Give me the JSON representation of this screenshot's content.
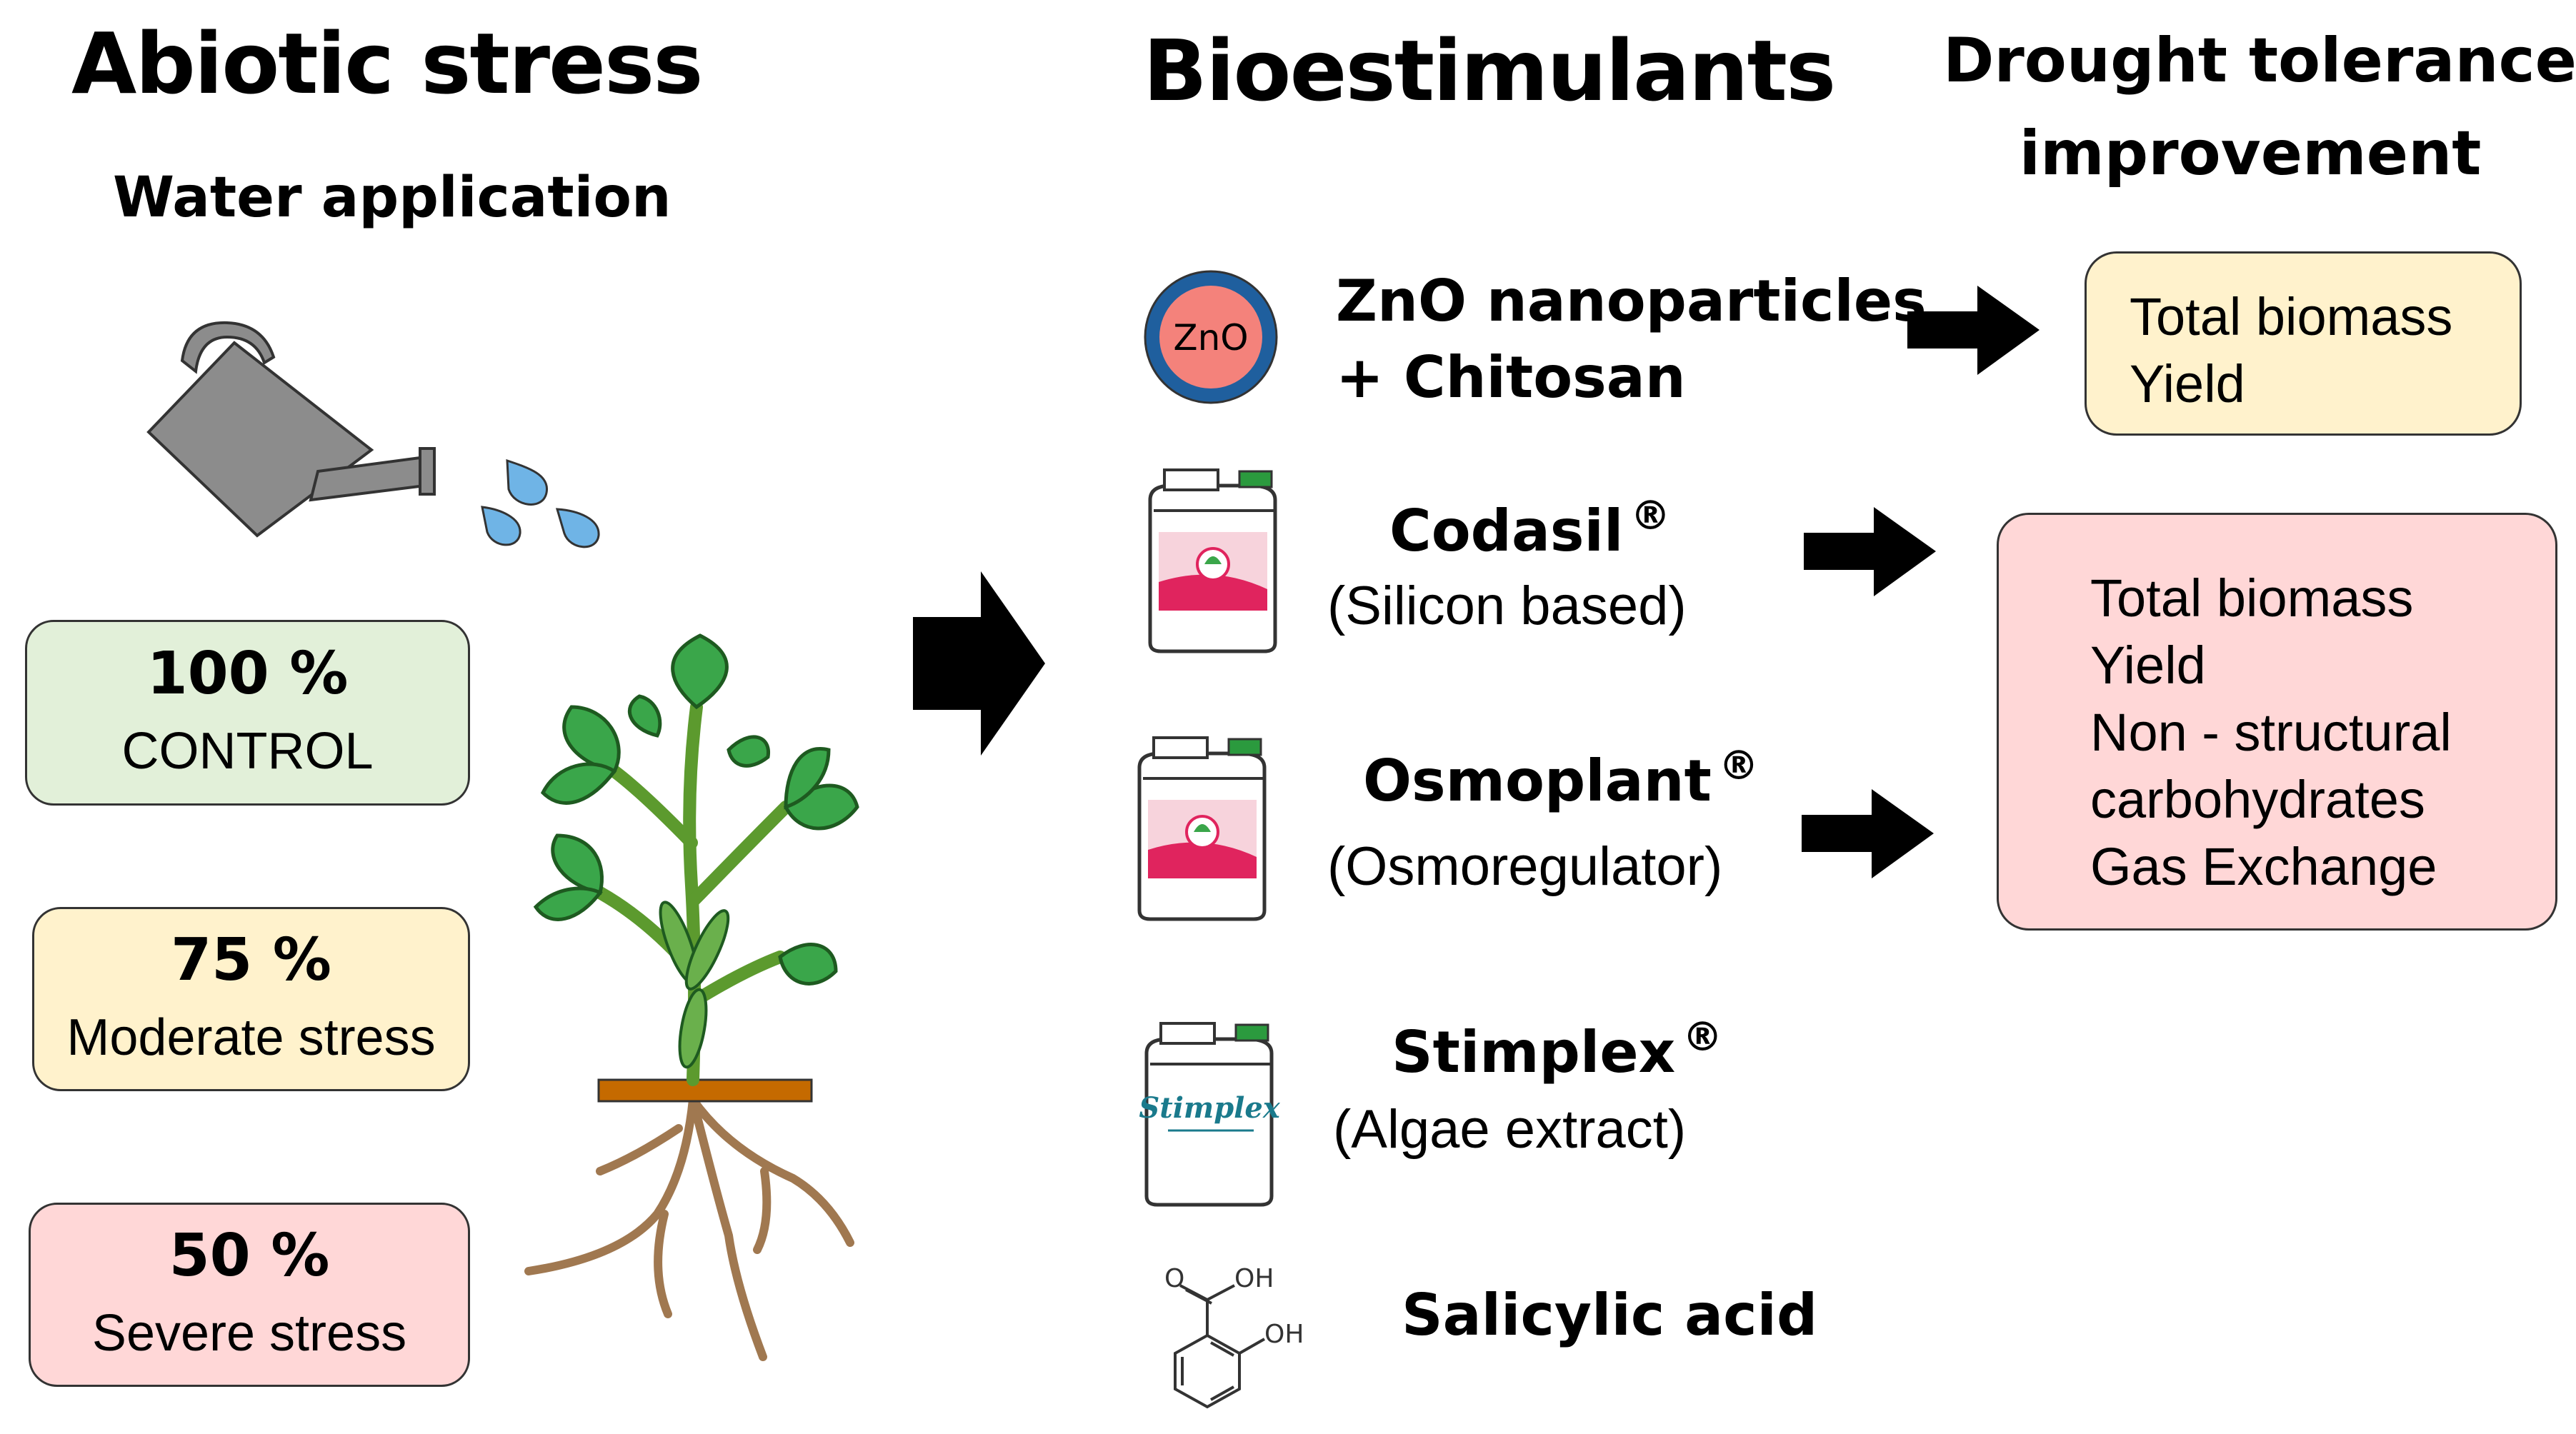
{
  "left": {
    "title": "Abiotic stress",
    "subtitle": "Water application",
    "treatments": [
      {
        "percent": "100 %",
        "label": "CONTROL",
        "color": "#e2f0d9"
      },
      {
        "percent": "75 %",
        "label": "Moderate stress",
        "color": "#fff2cc"
      },
      {
        "percent": "50 %",
        "label": "Severe stress",
        "color": "#ffd7d7"
      }
    ]
  },
  "middle": {
    "title": "Bioestimulants",
    "items": [
      {
        "name": "ZnO nanoparticles",
        "name2": "+ Chitosan",
        "icon_text": "ZnO"
      },
      {
        "name": "Codasil",
        "mark": "®",
        "desc": "(Silicon based)"
      },
      {
        "name": "Osmoplant",
        "mark": "®",
        "desc": "(Osmoregulator)"
      },
      {
        "name": "Stimplex",
        "mark": "®",
        "desc": "(Algae extract)",
        "logo": "Stimplex"
      },
      {
        "name": "Salicylic acid",
        "chem_o": "O",
        "chem_oh1": "OH",
        "chem_oh2": "OH"
      }
    ]
  },
  "right": {
    "title_line1": "Drought tolerance",
    "title_line2": "improvement",
    "result1": {
      "lines": [
        "Total biomass",
        "Yield"
      ],
      "color": "#fff2cc"
    },
    "result2": {
      "lines": [
        "Total biomass",
        "Yield",
        "Non - structural",
        "carbohydrates",
        "Gas Exchange"
      ],
      "color": "#ffd7d7"
    }
  },
  "colors": {
    "zno_ring": "#1f5f9e",
    "zno_fill": "#f4827b",
    "water_can": "#8c8c8c",
    "water_drop": "#6fb4e6",
    "leaf": "#3aa64a",
    "stem": "#5c9a2e",
    "soil": "#c56a00",
    "root": "#a07850"
  }
}
